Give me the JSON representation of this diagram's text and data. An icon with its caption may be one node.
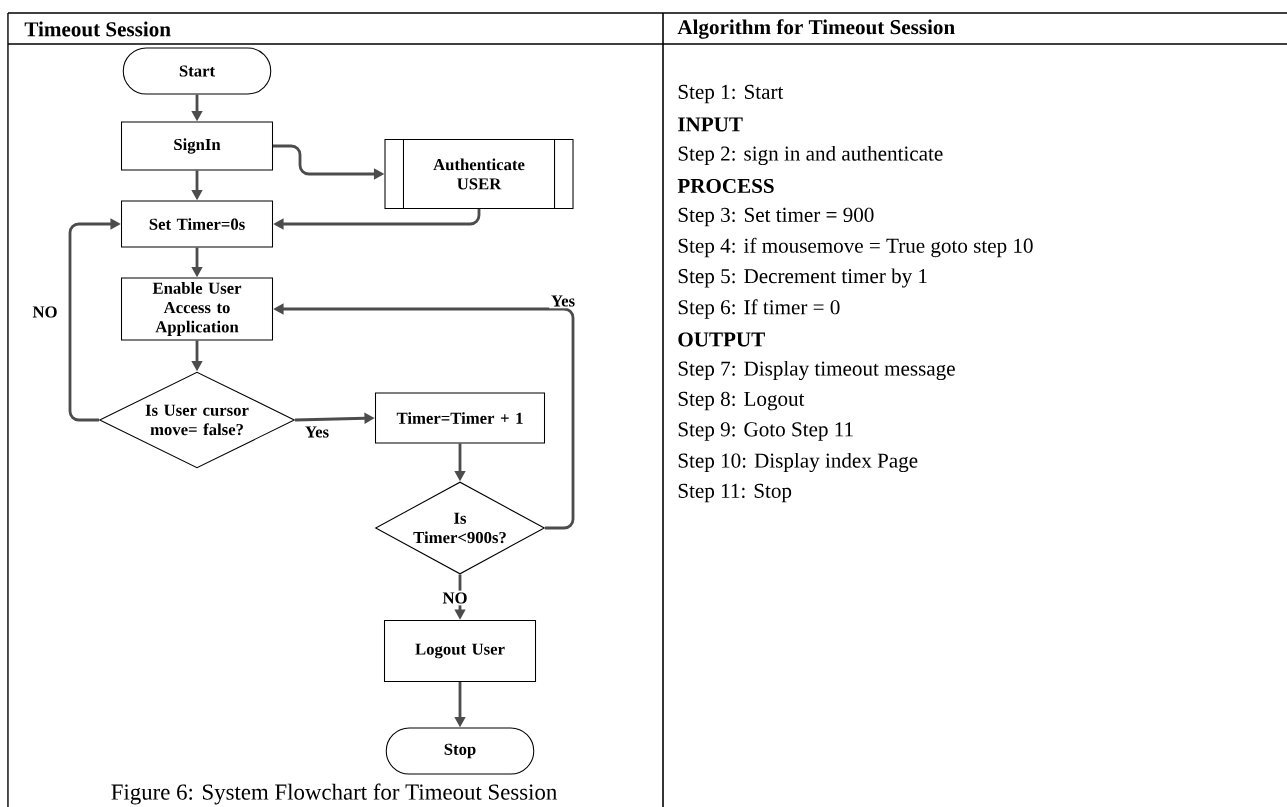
{
  "diagram": {
    "caption": "Figure 6: System Flowchart for Timeout Session",
    "nodes": [
      {
        "text": [
          "Start"
        ]
      },
      {
        "text": [
          "SignIn"
        ]
      },
      {
        "text": [
          "Authenticate USER"
        ]
      },
      {
        "text": [
          "Set Timer=0s"
        ]
      },
      {
        "text": [
          "Enable User Access to Application"
        ]
      },
      {
        "text": [
          "Is User cursor move= false?"
        ]
      },
      {
        "text": [
          "Timer=Timer + 1"
        ]
      },
      {
        "text": [
          "Is Timer<900s?"
        ]
      },
      {
        "text": [
          "Logout User"
        ]
      },
      {
        "text": [
          "Stop"
        ]
      }
    ],
    "edges": [
      {
        "from": 0,
        "to": 1,
        "arrow": "to"
      },
      {
        "from": 1,
        "to": 2,
        "arrow": "to"
      },
      {
        "from": 1,
        "to": 3,
        "arrow": "to"
      },
      {
        "from": 2,
        "to": 3,
        "arrow": "to"
      },
      {
        "from": 3,
        "to": 4,
        "arrow": "to"
      },
      {
        "from": 4,
        "to": 5,
        "arrow": "to"
      },
      {
        "from": 5,
        "to": 3,
        "arrow": "to",
        "label": "NO"
      },
      {
        "from": 5,
        "to": 6,
        "arrow": "to",
        "label": "Yes"
      },
      {
        "from": 6,
        "to": 7,
        "arrow": "to"
      },
      {
        "from": 7,
        "to": 4,
        "arrow": "to",
        "label": "Yes"
      },
      {
        "from": 7,
        "to": 8,
        "arrow": "to",
        "label": "NO"
      },
      {
        "from": 8,
        "to": 9,
        "arrow": "to"
      }
    ],
    "labels": [
      "Timeout Session",
      "Algorithm for Timeout Session",
      "Step 1: Start",
      "INPUT",
      "Step 2: sign in and authenticate",
      "PROCESS",
      "Step 3: Set timer = 900",
      "Step 4: if mousemove = True goto step 10",
      "Step 5: Decrement timer by 1",
      "Step 6: If timer = 0",
      "OUTPUT",
      "Step 7: Display timeout message",
      "Step 8: Logout",
      "Step 9: Goto Step 11",
      "Step 10: Display index Page",
      "Step 11: Stop"
    ]
  }
}
